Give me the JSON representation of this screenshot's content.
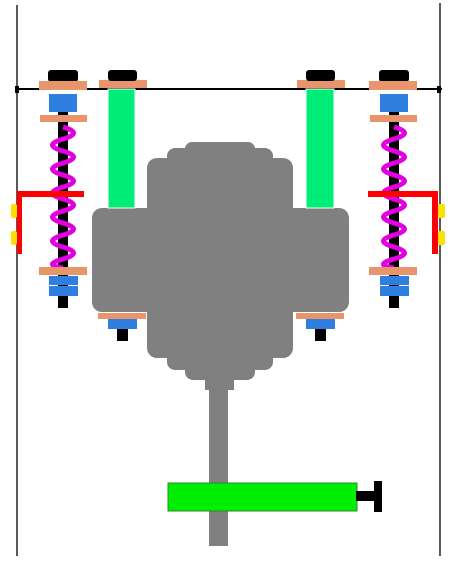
{
  "diagram": {
    "kind": "mechanical-suspension-schematic",
    "labels": [],
    "colors": {
      "frame": "#000000",
      "block": "#808080",
      "post": "#00ee77",
      "handle_bar": "#00ee00",
      "washer": "#e8956b",
      "bushing": "#2f7fe0",
      "spring": "#e000e0",
      "bracket": "#ff0000",
      "tab": "#ffe000",
      "cap": "#000000"
    },
    "components": [
      {
        "id": "left-shock",
        "icon": "coil-spring-shock-icon"
      },
      {
        "id": "right-shock",
        "icon": "coil-spring-shock-icon"
      },
      {
        "id": "left-post",
        "icon": "vertical-post-icon"
      },
      {
        "id": "right-post",
        "icon": "vertical-post-icon"
      },
      {
        "id": "center-block",
        "icon": "gray-housing-icon"
      },
      {
        "id": "shaft",
        "icon": "shaft-icon"
      },
      {
        "id": "handle",
        "icon": "handle-bar-icon"
      },
      {
        "id": "left-bracket",
        "icon": "l-bracket-icon"
      },
      {
        "id": "right-bracket",
        "icon": "l-bracket-icon"
      }
    ]
  }
}
